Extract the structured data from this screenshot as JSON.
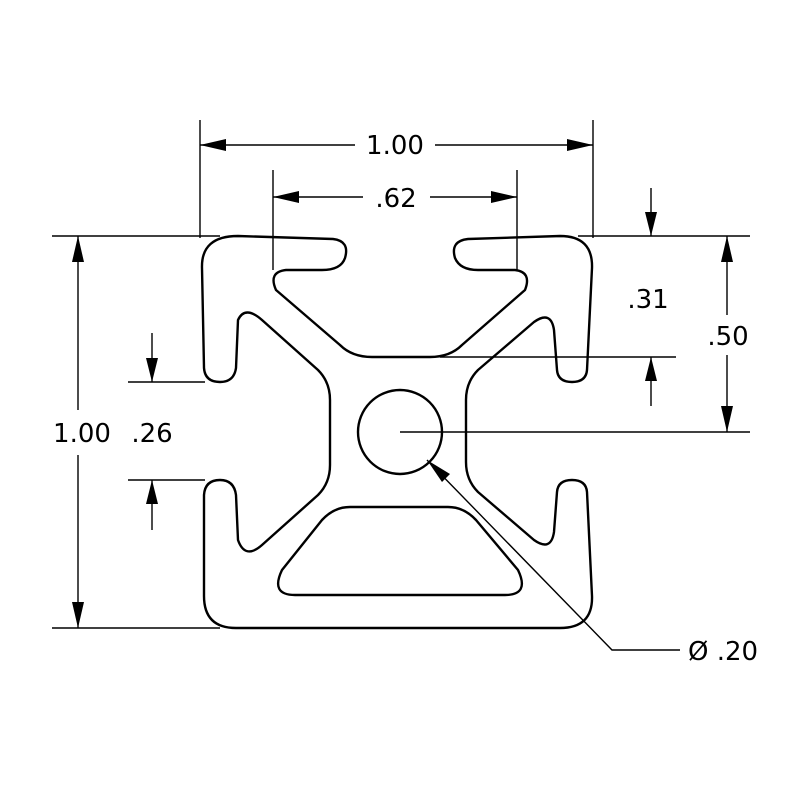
{
  "dimensions": {
    "overall_width": "1.00",
    "slot_spacing": ".62",
    "overall_height": "1.00",
    "slot_opening": ".26",
    "slot_depth": ".31",
    "center_offset": ".50",
    "center_hole_diameter": "Ø .20"
  },
  "icons": {
    "profile": "aluminum-extrusion-cross-section",
    "center_hole": "circle",
    "dimension_arrows": "filled-arrowheads"
  }
}
